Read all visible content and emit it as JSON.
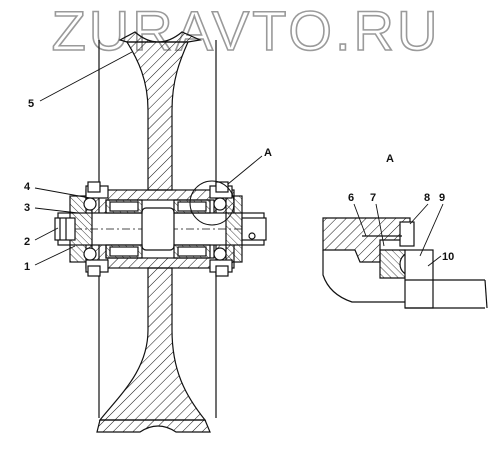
{
  "watermark": "ZURAVTO.RU",
  "detail_view": {
    "marker": "A",
    "title": "A"
  },
  "callouts": [
    "1",
    "2",
    "3",
    "4",
    "5",
    "6",
    "7",
    "8",
    "9",
    "10"
  ],
  "colors": {
    "line": "#111111",
    "hatch": "#111111",
    "watermark": "#9a9a9a",
    "background": "#ffffff"
  }
}
